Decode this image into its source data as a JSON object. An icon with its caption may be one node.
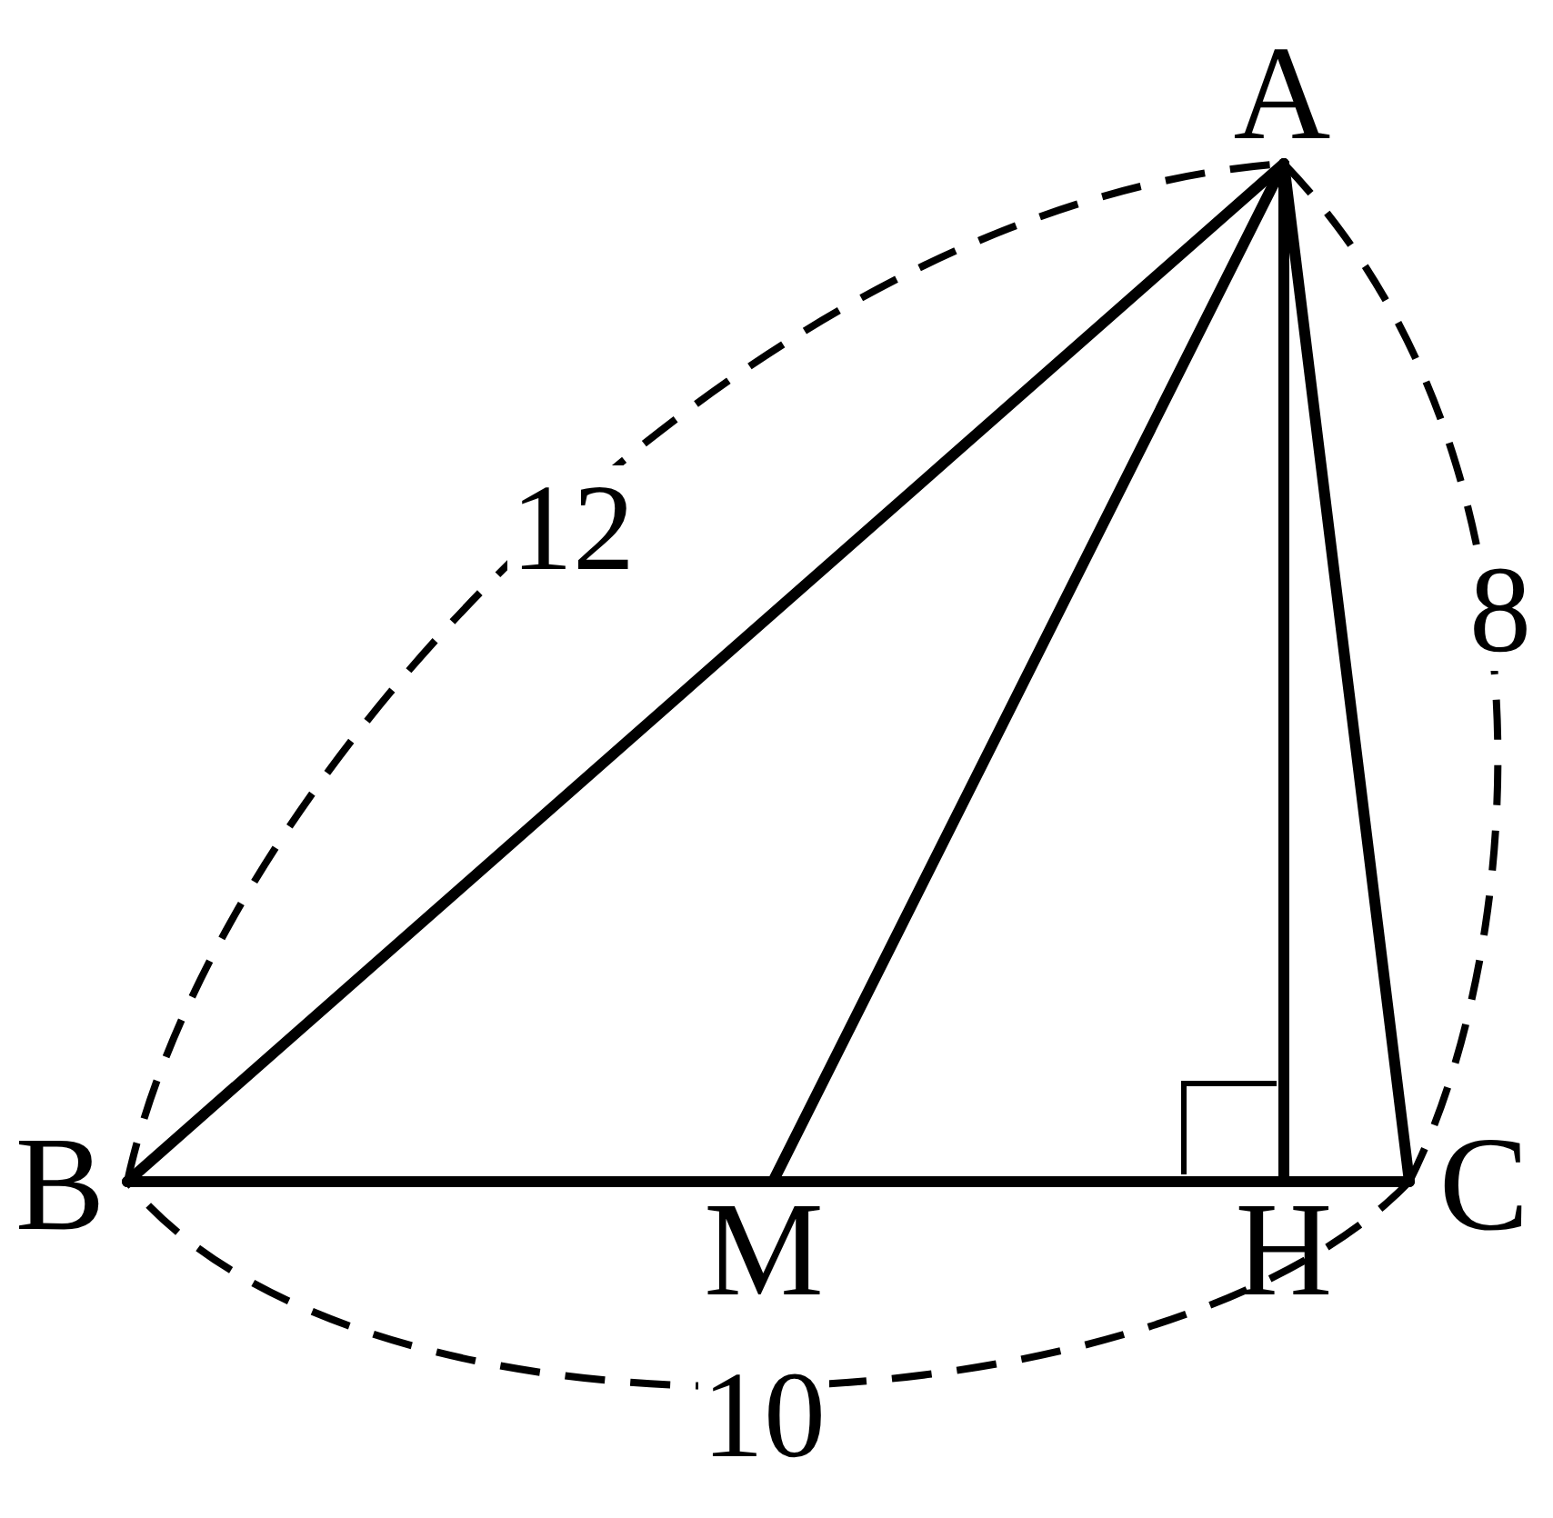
{
  "diagram": {
    "nodes": [
      {
        "text": [
          "A"
        ]
      },
      {
        "text": [
          "B"
        ]
      },
      {
        "text": [
          "M"
        ]
      },
      {
        "text": [
          "H"
        ]
      },
      {
        "text": [
          "C"
        ]
      }
    ],
    "edges": [
      {
        "from": 1,
        "to": 0,
        "arrow": "none"
      },
      {
        "from": 2,
        "to": 0,
        "arrow": "none"
      },
      {
        "from": 3,
        "to": 0,
        "arrow": "none"
      },
      {
        "from": 4,
        "to": 0,
        "arrow": "none"
      },
      {
        "from": 1,
        "to": 2,
        "arrow": "none"
      },
      {
        "from": 2,
        "to": 3,
        "arrow": "none"
      },
      {
        "from": 3,
        "to": 4,
        "arrow": "none"
      }
    ],
    "labels": [
      "12",
      "8",
      "10"
    ]
  }
}
